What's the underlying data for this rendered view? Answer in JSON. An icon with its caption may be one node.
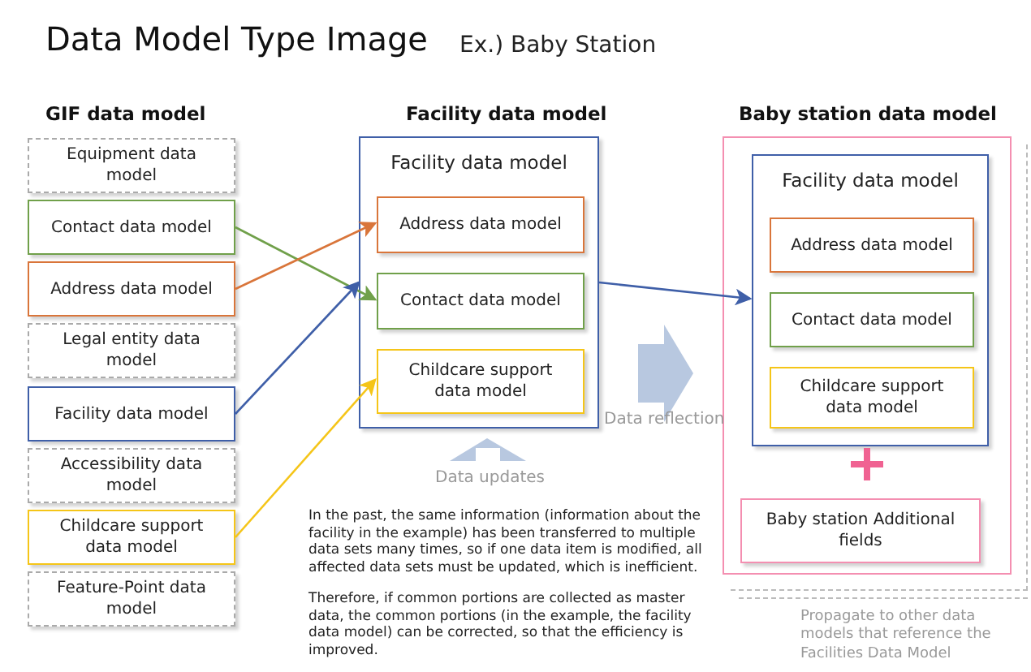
{
  "diagram": {
    "title": "Data Model Type Image",
    "nodes": [
      {
        "text": [
          "Equipment data model"
        ]
      },
      {
        "text": [
          "Contact data model"
        ]
      },
      {
        "text": [
          "Address data model"
        ]
      },
      {
        "text": [
          "Legal entity data model"
        ]
      },
      {
        "text": [
          "Facility data model"
        ]
      },
      {
        "text": [
          "Accessibility data model"
        ]
      },
      {
        "text": [
          "Childcare support data model"
        ]
      },
      {
        "text": [
          "Feature-Point data model"
        ]
      },
      {
        "text": [
          "Facility data model"
        ]
      },
      {
        "text": [
          "Address data model"
        ],
        "in": 8
      },
      {
        "text": [
          "Contact data model"
        ],
        "in": 8
      },
      {
        "text": [
          "Childcare support data model"
        ],
        "in": 8
      },
      {
        "text": [],
        "shape": "box"
      },
      {
        "text": [
          "Facility data model"
        ],
        "in": 12
      },
      {
        "text": [
          "Address data model"
        ],
        "in": 13
      },
      {
        "text": [
          "Contact data model"
        ],
        "in": 13
      },
      {
        "text": [
          "Childcare support data model"
        ],
        "in": 13
      },
      {
        "text": [
          "Baby station Additional fields"
        ],
        "in": 12
      }
    ],
    "edges": [
      {
        "from": 1,
        "to": 10,
        "arrow": "to",
        "color": "#70a04a"
      },
      {
        "from": 2,
        "to": 9,
        "arrow": "to",
        "color": "#d9753a"
      },
      {
        "from": 4,
        "to": 8,
        "arrow": "to",
        "color": "#3f5fa8"
      },
      {
        "from": 6,
        "to": 11,
        "arrow": "to",
        "color": "#f5c518"
      },
      {
        "from": 8,
        "to": 13,
        "arrow": "to",
        "color": "#3f5fa8"
      }
    ],
    "labels": [
      "Ex.) Baby Station",
      "GIF data model",
      "Facility data model",
      "Baby station data model",
      "Data reflection",
      "Data updates",
      "In the past, the same information (information about the facility in the example) has been transferred to multiple data sets many times, so if one data item is modified, all affected data sets must be updated, which is inefficient.",
      "Therefore, if common portions are collected as master data, the common portions (in the example, the facility data model) can be corrected, so that the efficiency is improved.",
      "Propagate to other data models that reference the Facilities Data Model"
    ]
  }
}
